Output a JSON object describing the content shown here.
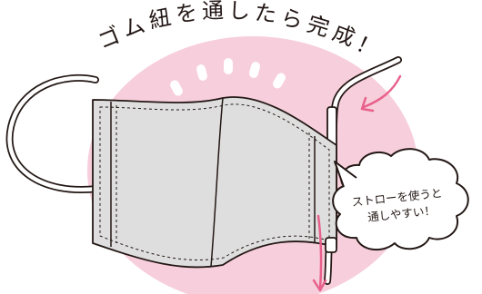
{
  "title": {
    "characters": [
      "ゴ",
      "ム",
      "紐",
      "を",
      "通",
      "し",
      "た",
      "ら",
      "完",
      "成",
      "！"
    ]
  },
  "bubble": {
    "line1": "ストローを使うと",
    "line2": "通しやすい！"
  },
  "colors": {
    "background_circle": "#f7cedb",
    "mask_fill": "#dedede",
    "outline": "#231815",
    "arrow": "#e8618c",
    "white": "#ffffff"
  }
}
